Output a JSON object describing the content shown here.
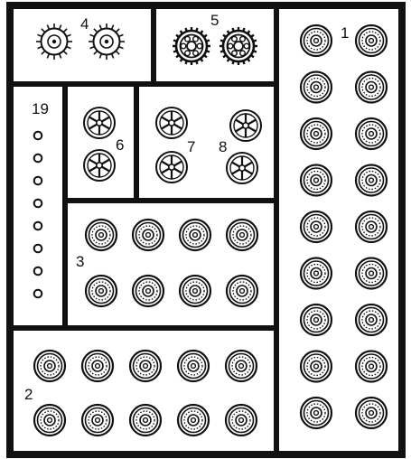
{
  "diagram": {
    "compartments": [
      {
        "label": "1",
        "part": "disc-wheel",
        "quantity": 18
      },
      {
        "label": "2",
        "part": "disc-wheel",
        "quantity": 10
      },
      {
        "label": "3",
        "part": "disc-wheel",
        "quantity": 8
      },
      {
        "label": "4",
        "part": "spiked-wheel",
        "quantity": 2
      },
      {
        "label": "5",
        "part": "cogged-wheel",
        "quantity": 2
      },
      {
        "label": "6",
        "part": "spoked-wheel",
        "quantity": 2
      },
      {
        "label": "7",
        "part": "spoked-wheel",
        "quantity": 2
      },
      {
        "label": "8",
        "part": "spoked-wheel",
        "quantity": 2
      },
      {
        "label": "19",
        "part": "small-ring",
        "quantity": 8
      }
    ]
  },
  "colors": {
    "ink": "#111111",
    "paper": "#ffffff"
  }
}
